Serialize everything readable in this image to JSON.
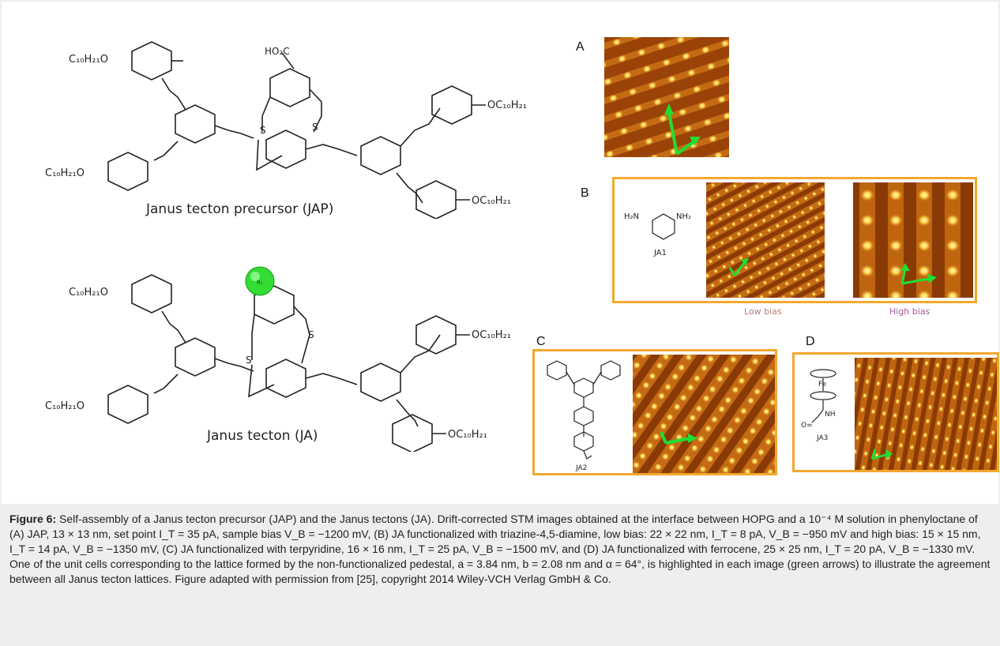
{
  "figure": {
    "molecule_top_label": "Janus tecton precursor (JAP)",
    "molecule_bottom_label": "Janus tecton (JA)",
    "chem_text": {
      "ho2c": "HO₂C",
      "c10o": "C₁₀H₂₁O",
      "oc10": "OC₁₀H₂₁",
      "s": "S",
      "r": "R₁"
    },
    "panels": {
      "a": "A",
      "b": "B",
      "c": "C",
      "d": "D"
    },
    "panel_b": {
      "compound": "JA1",
      "h2n": "H₂N",
      "nh2": "NH₂",
      "low_bias": "Low bias",
      "high_bias": "High bias"
    },
    "panel_c": {
      "compound": "JA2"
    },
    "panel_d": {
      "compound": "JA3",
      "fe": "Fe",
      "nh": "NH",
      "o": "O="
    },
    "colors": {
      "stm_dark": "#8a3a05",
      "stm_mid": "#d07a18",
      "stm_light": "#ffe070",
      "arrow": "#22dd33",
      "frame": "#f2a830",
      "sphere": "#33dd33"
    }
  },
  "caption": {
    "label": "Figure 6:",
    "text": "Self-assembly of a Janus tecton precursor (JAP) and the Janus tectons (JA). Drift-corrected STM images obtained at the interface between HOPG and a 10⁻⁴ M solution in phenyloctane of (A) JAP, 13 × 13 nm, set point I_T = 35 pA, sample bias V_B = −1200 mV, (B) JA functionalized with triazine-4,5-diamine, low bias: 22 × 22 nm, I_T = 8 pA, V_B = −950 mV and high bias: 15 × 15 nm, I_T = 14 pA, V_B = −1350 mV, (C) JA functionalized with terpyridine, 16 × 16 nm, I_T = 25 pA, V_B = −1500 mV, and (D) JA functionalized with ferrocene, 25 × 25 nm, I_T = 20 pA, V_B = −1330 mV. One of the unit cells corresponding to the lattice formed by the non-functionalized pedestal, a = 3.84 nm, b = 2.08 nm and α = 64°, is highlighted in each image (green arrows) to illustrate the agreement between all Janus tecton lattices. Figure adapted with permission from [25], copyright 2014 Wiley-VCH Verlag GmbH & Co."
  }
}
